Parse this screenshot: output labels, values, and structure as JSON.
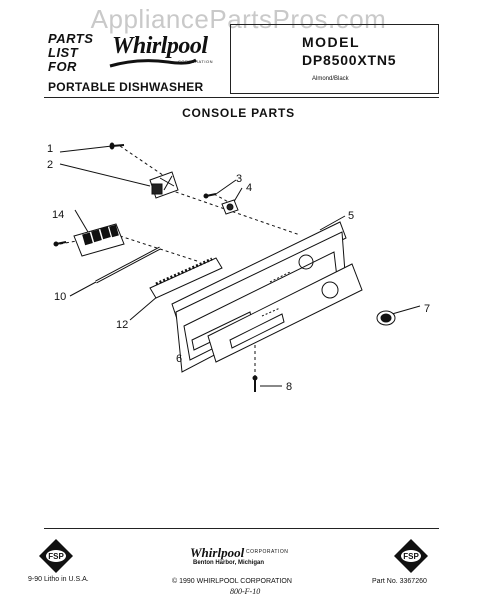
{
  "watermark": "AppliancePartsPros.com",
  "header": {
    "parts_list_lines": [
      "PARTS",
      "LIST",
      "FOR"
    ],
    "brand": "Whirlpool",
    "brand_sub": "CORPORATION",
    "model_label": "MODEL",
    "model_number": "DP8500XTN5",
    "model_color": "Almond/Black",
    "product_type": "PORTABLE DISHWASHER"
  },
  "section_title": "CONSOLE PARTS",
  "callouts": [
    "1",
    "2",
    "3",
    "4",
    "5",
    "6",
    "7",
    "8",
    "10",
    "12",
    "14"
  ],
  "footer": {
    "badge_text": "FSP",
    "brand": "Whirlpool",
    "brand_sub": "CORPORATION",
    "city": "Benton Harbor, Michigan",
    "litho": "9-90 Litho in U.S.A.",
    "copyright": "© 1990 WHIRLPOOL CORPORATION",
    "part_number": "Part No. 3367260",
    "handwritten_note": "800-F-10"
  }
}
